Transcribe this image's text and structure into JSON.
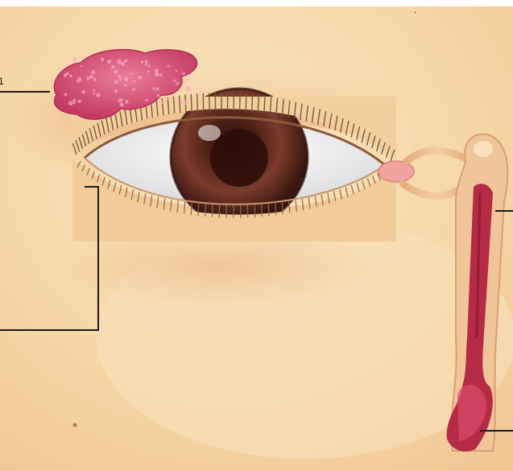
{
  "diagram": {
    "subject": "eye-lacrimal-apparatus",
    "label_text": "1",
    "top_marker": "ˎ",
    "colors": {
      "skin": "#f7d9a8",
      "skin_shadow": "#ecb98a",
      "iris": "#6b3325",
      "iris_dark": "#3a1610",
      "pupil": "#2b0d08",
      "sclera": "#f4f2f2",
      "gland": "#d9567a",
      "duct": "#c2334f",
      "duct_wall": "#f0c59a",
      "caruncle": "#f2a3a0",
      "leader": "#1a1a1a"
    }
  }
}
